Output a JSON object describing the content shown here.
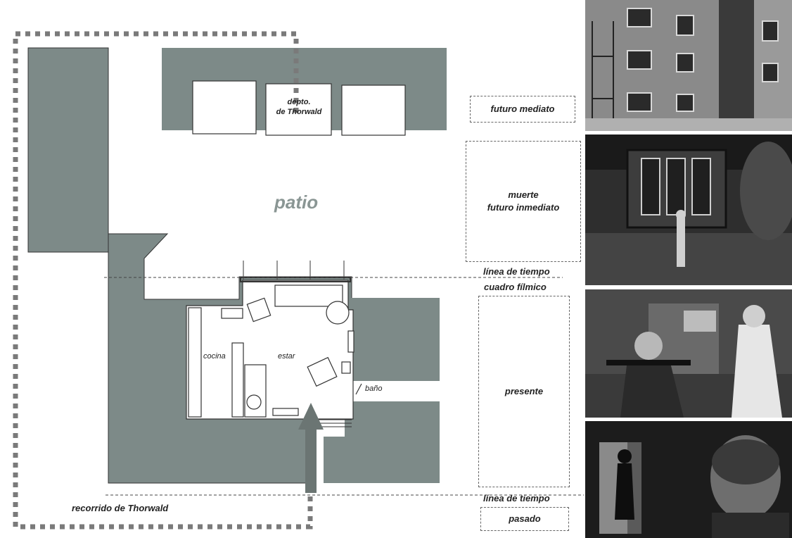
{
  "plan": {
    "courtyard_label": "patio",
    "thorwald_apartment": [
      "depto.",
      "de Thorwald"
    ],
    "kitchen_label": "cocina",
    "living_label": "estar",
    "bathroom_label": "baño",
    "thorwald_route_label": "recorrido de Thorwald"
  },
  "timeline": {
    "future_mediate": "futuro mediato",
    "death": "muerte",
    "immediate_future": "futuro inmediato",
    "timeline_top": "línea de tiempo",
    "film_frame": "cuadro fílmico",
    "present": "presente",
    "timeline_bottom": "línea de tiempo",
    "past": "pasado"
  },
  "colors": {
    "wall_gray": "#7d8a88",
    "route_gray": "#7a7a7a",
    "courtyard_text": "#8a9694"
  },
  "photos": [
    {
      "id": "building-facade"
    },
    {
      "id": "child-at-window"
    },
    {
      "id": "woman-in-room"
    },
    {
      "id": "man-in-doorway"
    }
  ]
}
